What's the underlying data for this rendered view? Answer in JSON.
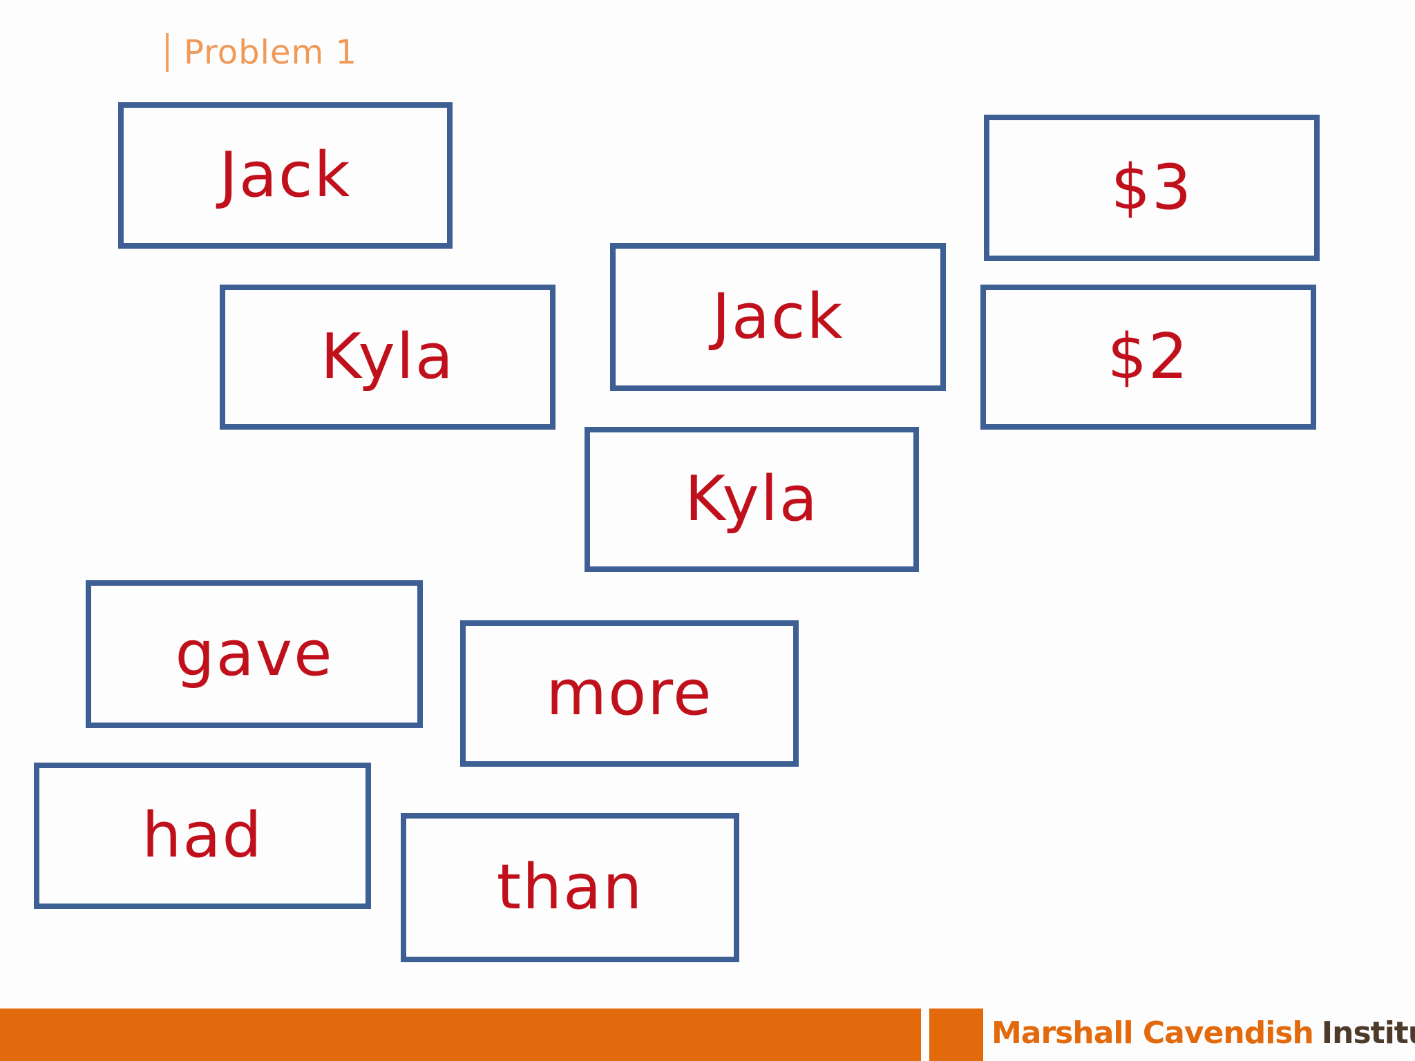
{
  "slide": {
    "title": "Problem 1"
  },
  "cards": [
    {
      "id": "jack-1",
      "label": "Jack"
    },
    {
      "id": "three-dollars",
      "label": "$3"
    },
    {
      "id": "kyla-1",
      "label": "Kyla"
    },
    {
      "id": "jack-2",
      "label": "Jack"
    },
    {
      "id": "two-dollars",
      "label": "$2"
    },
    {
      "id": "kyla-2",
      "label": "Kyla"
    },
    {
      "id": "gave",
      "label": "gave"
    },
    {
      "id": "more",
      "label": "more"
    },
    {
      "id": "had",
      "label": "had"
    },
    {
      "id": "than",
      "label": "than"
    }
  ],
  "footer": {
    "logo_part1": "Marshall Cavendish",
    "logo_part2": "Institute"
  },
  "colors": {
    "card_border": "#3d5f93",
    "card_text": "#c0101c",
    "title": "#ef9a58",
    "footer_bar": "#e2690c",
    "logo_primary": "#e2690c",
    "logo_secondary": "#4c3a2a"
  }
}
